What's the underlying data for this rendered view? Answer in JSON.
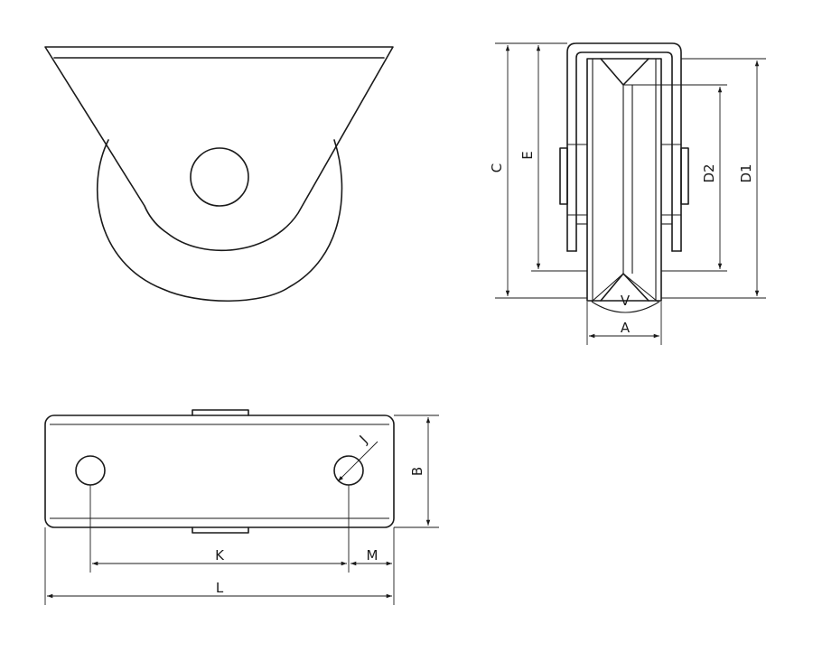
{
  "views": {
    "front": {},
    "side": {},
    "top": {}
  },
  "dimension_labels": {
    "C": "C",
    "E": "E",
    "D1": "D1",
    "D2": "D2",
    "V": "V",
    "A": "A",
    "B": "B",
    "J": "J",
    "K": "K",
    "M": "M",
    "L": "L"
  },
  "colors": {
    "line": "#1a1a1a",
    "background": "#ffffff"
  }
}
